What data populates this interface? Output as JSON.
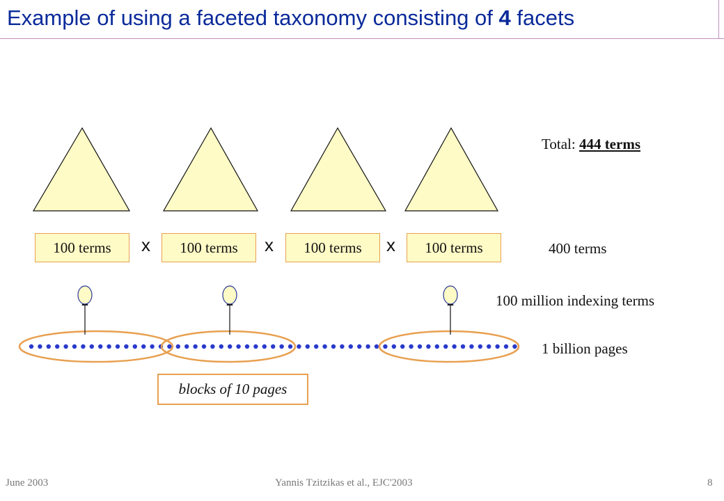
{
  "slide": {
    "title_prefix": "Example of using a faceted taxonomy consisting of",
    "title_number": "4",
    "title_suffix": "facets"
  },
  "facets": [
    {
      "label": "100 terms"
    },
    {
      "label": "100 terms"
    },
    {
      "label": "100 terms"
    },
    {
      "label": "100 terms"
    }
  ],
  "operators": [
    "x",
    "x",
    "x"
  ],
  "annotations": {
    "total_prefix": "Total:",
    "total_value": "444 terms",
    "facet_terms": "400 terms",
    "indexing_terms": "100 million indexing terms",
    "pages": "1 billion pages",
    "block": "blocks of 10 pages"
  },
  "footer": {
    "date": "June 2003",
    "author": "Yannis Tzitzikas et al., EJC'2003",
    "page": "8"
  },
  "colors": {
    "title": "#0a2a9a",
    "fill": "#fffbc6",
    "orange": "#e8a050",
    "dots": "#2a3acc"
  }
}
